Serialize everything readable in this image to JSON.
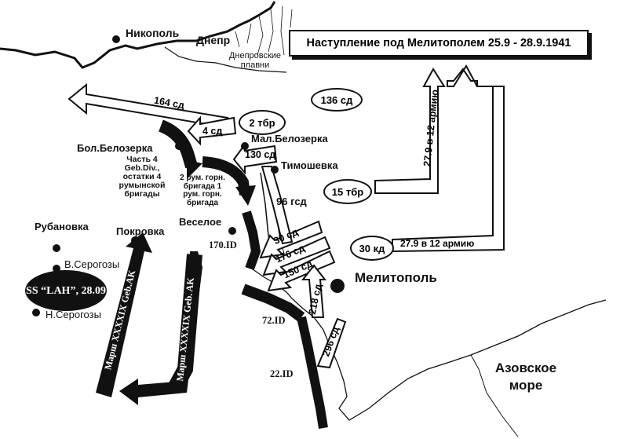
{
  "title": "Наступление под Мелитополем 25.9 - 28.9.1941",
  "places": {
    "nikopol": "Никополь",
    "dnepr": "Днепр",
    "plavni": "Днепровские плавни",
    "bol_belozerka": "Бол.Белозерка",
    "mal_belozerka": "Мал.Белозерка",
    "timoshevka": "Тимошевка",
    "rubanovka": "Рубановка",
    "pokrovka": "Покровка",
    "veseloe": "Веселое",
    "v_serogozy": "В.Серогозы",
    "n_serogozy": "Н.Серогозы",
    "melitopol": "Мелитополь",
    "azov_sea": "Азовское море"
  },
  "soviet_units": {
    "sd164": "164 сд",
    "sd136": "136 сд",
    "tbr2": "2 тбр",
    "sd4": "4 сд",
    "sd130": "130 сд",
    "tbr15": "15 тбр",
    "gsd96": "96 гсд",
    "kd30": "30 кд",
    "sd30": "30 сд",
    "sd176": "176 сд",
    "sd150": "150 сд",
    "sd218": "218 сд",
    "sd296": "296 сд",
    "to_12_army_a": "27.9 в 12 армию",
    "to_12_army_b": "27.9 в 12 армию"
  },
  "axis_units": {
    "geb4": "Часть 4 Geb.Div., остатки 4 румынской бригады",
    "rum_brig": "2 рум. горн. бригада 1 рум. горн. бригада",
    "id170": "170.ID",
    "id72": "72.ID",
    "id22": "22.ID",
    "lah": "SS “LAH”, 28.09",
    "march1": "Марш XXXXIX Geb.AK",
    "march2": "Марш XXXXIX Geb. AK"
  },
  "colors": {
    "ink": "#111111",
    "paper": "#ffffff"
  }
}
